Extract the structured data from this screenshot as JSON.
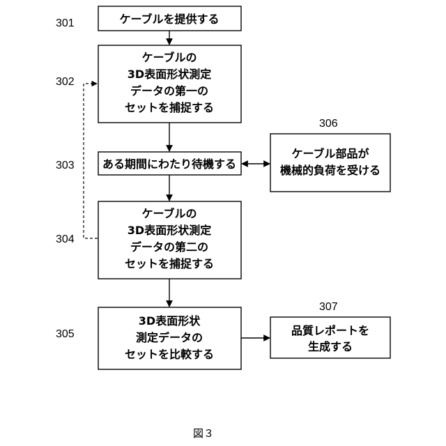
{
  "steps": {
    "s301": {
      "num": "301",
      "lines": [
        "ケーブルを提供する"
      ]
    },
    "s302": {
      "num": "302",
      "lines": [
        "ケーブルの",
        "3D表面形状測定",
        "データの第一の",
        "セットを捕捉する"
      ]
    },
    "s303": {
      "num": "303",
      "lines": [
        "ある期間にわたり待機する"
      ]
    },
    "s304": {
      "num": "304",
      "lines": [
        "ケーブルの",
        "3D表面形状測定",
        "データの第二の",
        "セットを捕捉する"
      ]
    },
    "s305": {
      "num": "305",
      "lines": [
        "3D表面形状",
        "測定データの",
        "セットを比較する"
      ]
    },
    "s306": {
      "num": "306",
      "lines": [
        "ケーブル部品が",
        "機械的負荷を受ける"
      ]
    },
    "s307": {
      "num": "307",
      "lines": [
        "品質レポートを",
        "生成する"
      ]
    }
  },
  "caption": "図３"
}
